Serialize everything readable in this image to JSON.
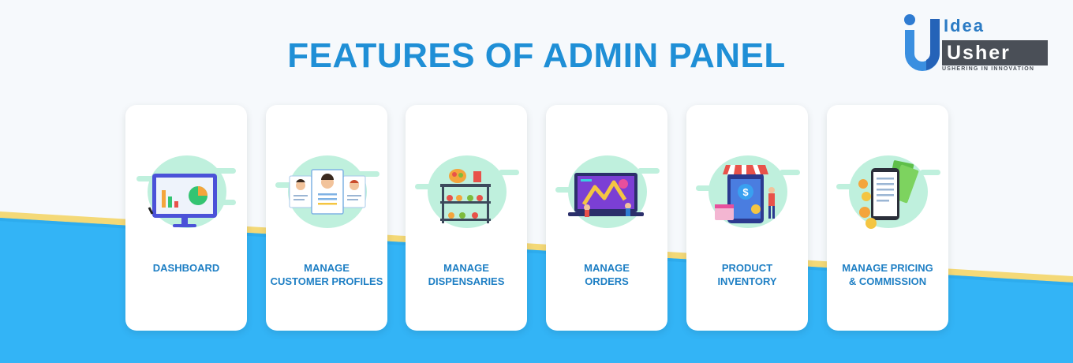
{
  "page": {
    "title": "FEATURES OF ADMIN PANEL"
  },
  "logo": {
    "line1": "Idea",
    "line2": "Usher",
    "tagline": "USHERING IN INNOVATION"
  },
  "colors": {
    "title": "#1f8fd6",
    "label": "#1e7fc4",
    "blue_band": "#33b4f6",
    "yellow_stripe": "#f4d977",
    "mint": "#bff0dd"
  },
  "features": [
    {
      "label_line1": "DASHBOARD",
      "label_line2": "",
      "icon": "dashboard-monitor-icon"
    },
    {
      "label_line1": "MANAGE",
      "label_line2": "CUSTOMER PROFILES",
      "icon": "customer-profiles-icon"
    },
    {
      "label_line1": "MANAGE",
      "label_line2": "DISPENSARIES",
      "icon": "dispensary-shelf-icon"
    },
    {
      "label_line1": "MANAGE",
      "label_line2": "ORDERS",
      "icon": "orders-laptop-icon"
    },
    {
      "label_line1": "PRODUCT",
      "label_line2": "INVENTORY",
      "icon": "inventory-store-icon"
    },
    {
      "label_line1": "MANAGE PRICING",
      "label_line2": "& COMMISSION",
      "icon": "pricing-phone-coins-icon"
    }
  ]
}
